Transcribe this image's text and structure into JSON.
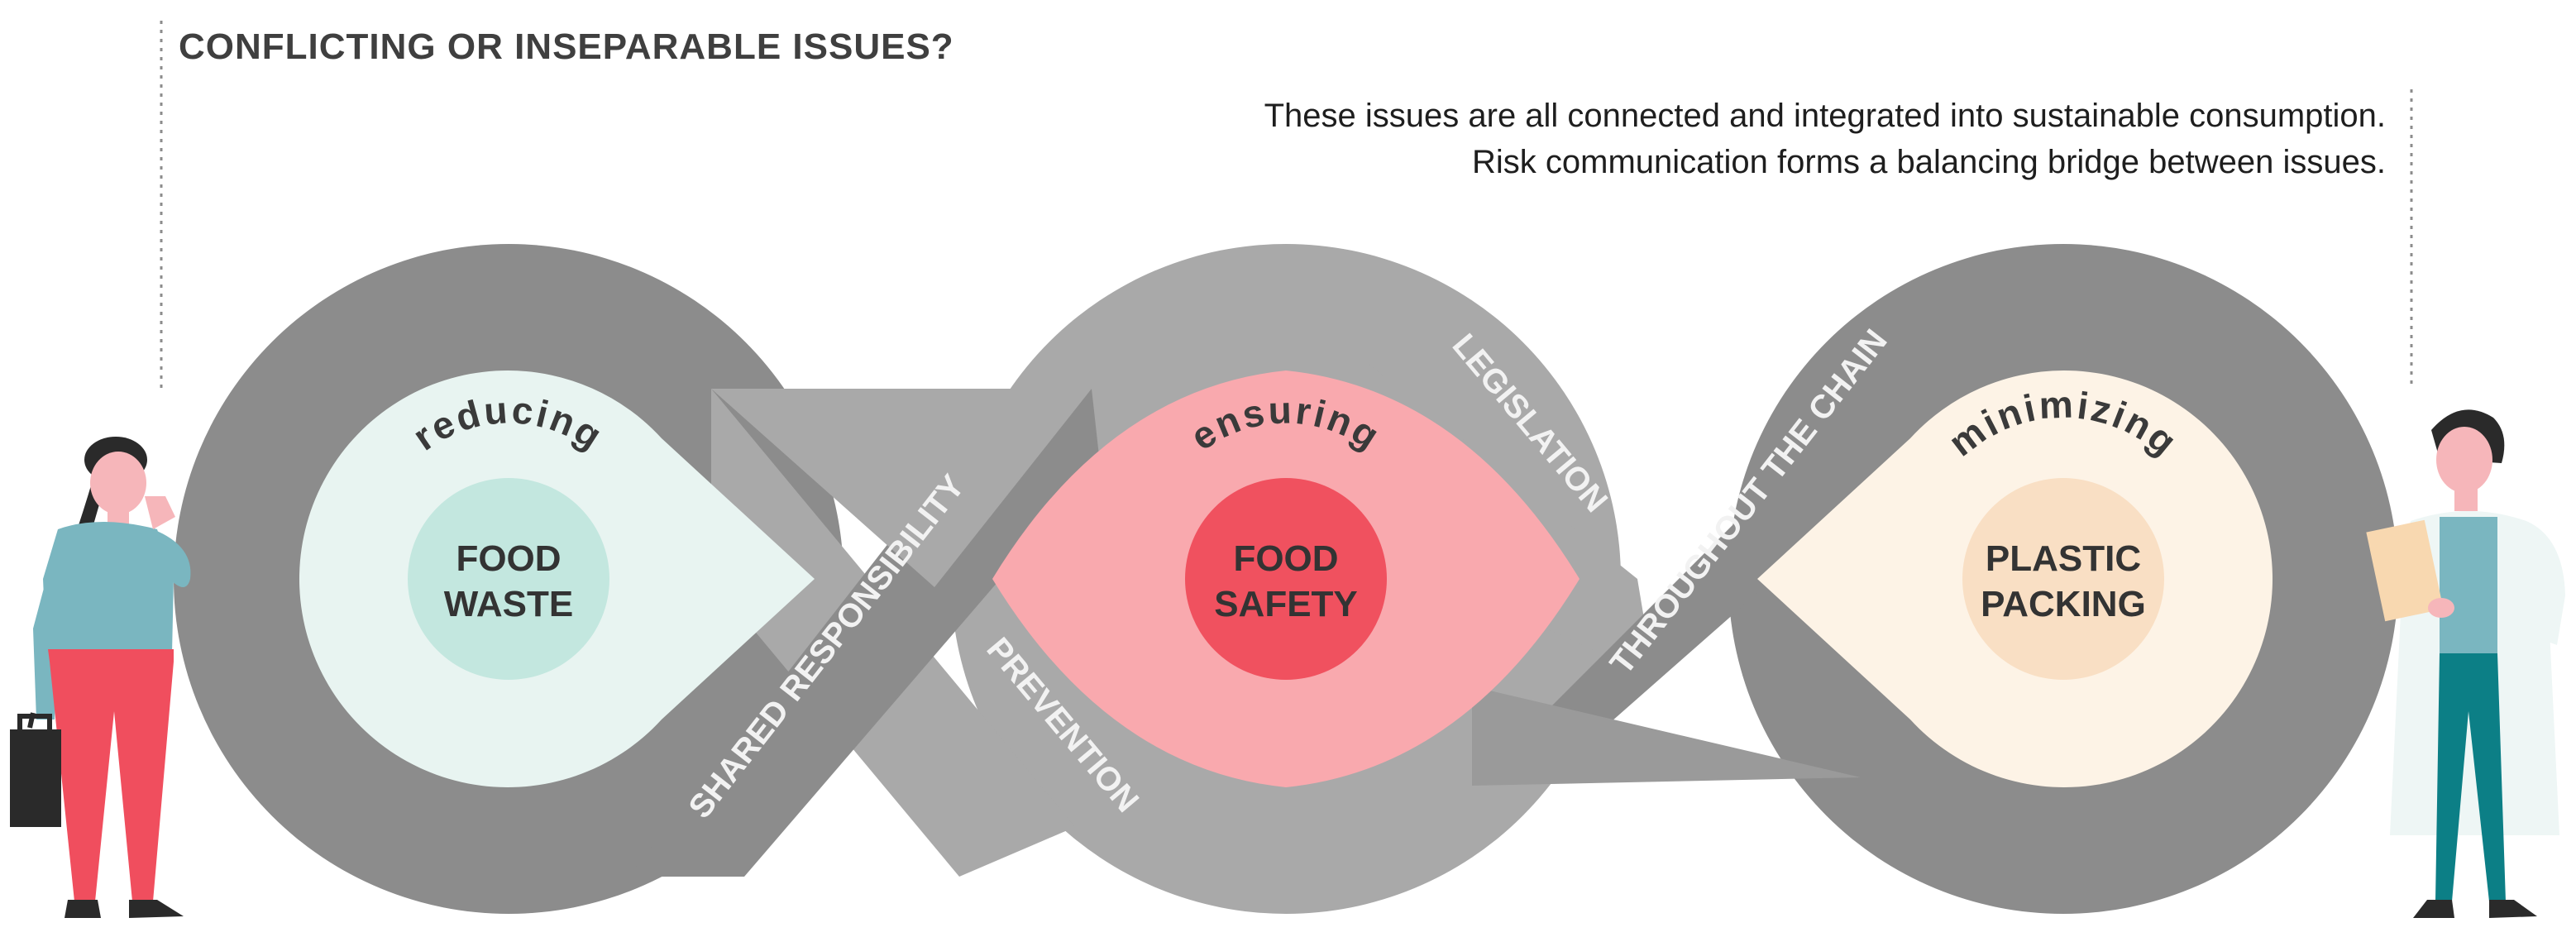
{
  "header": {
    "title": "CONFLICTING OR INSEPARABLE ISSUES?",
    "subtitle_line1": "These issues are all connected and integrated into sustainable consumption.",
    "subtitle_line2": "Risk communication  forms a balancing bridge between issues."
  },
  "nodes": [
    {
      "id": "food-waste",
      "verb": "reducing",
      "line1": "FOOD",
      "line2": "WASTE",
      "fill": "#e8f4f1",
      "core": "#c3e7df"
    },
    {
      "id": "food-safety",
      "verb": "ensuring",
      "line1": "FOOD",
      "line2": "SAFETY",
      "fill": "#f9a9ae",
      "core": "#f0515f"
    },
    {
      "id": "plastic-packing",
      "verb": "minimizing",
      "line1": "PLASTIC",
      "line2": "PACKING",
      "fill": "#fdf3e6",
      "core": "#f9dfc4"
    }
  ],
  "bands": {
    "shared_responsibility": "SHARED RESPONSIBILITY",
    "prevention": "PREVENTION",
    "legislation": "LEGISLATION",
    "throughout_the_chain": "THROUGHOUT  THE CHAIN"
  },
  "colors": {
    "ring_dark": "#8c8c8c",
    "ring_light": "#a9a9a9",
    "band_text": "#f2f2f2",
    "woman_shirt": "#7ab6c0",
    "woman_pants": "#f04e5e",
    "skin": "#f6b6ba",
    "hair": "#2a2a2a",
    "coat": "#eef6f5",
    "doctor_pants": "#0c7f86",
    "clipboard": "#f8d8b0"
  },
  "figures": {
    "left": "woman-with-phone-and-bag",
    "right": "doctor-with-clipboard"
  }
}
